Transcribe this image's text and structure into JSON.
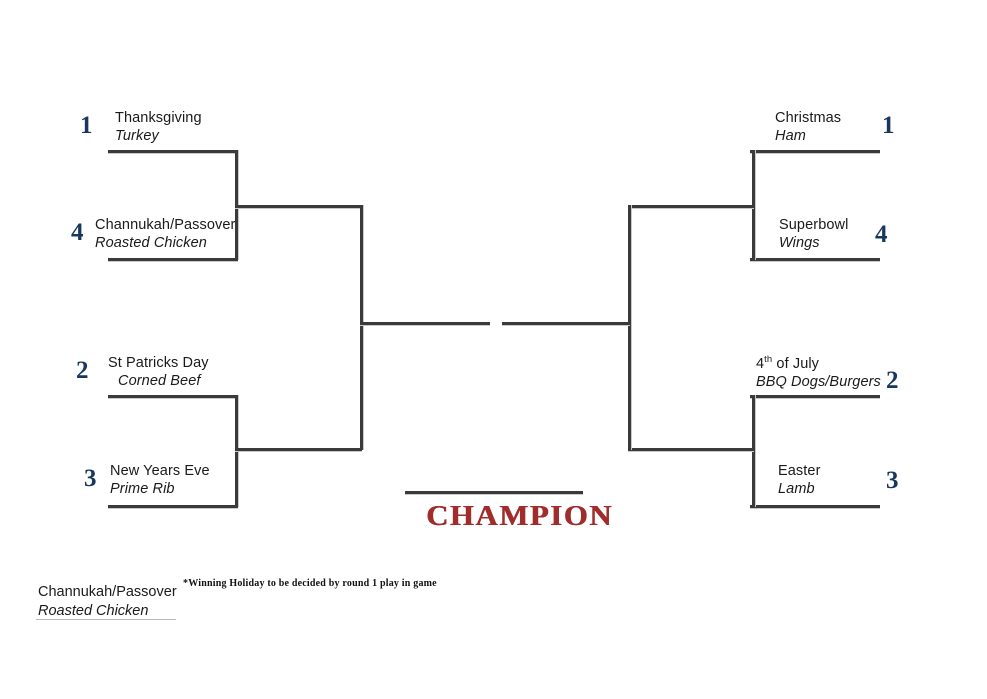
{
  "bracket": {
    "title_champion": "CHAMPION",
    "left_region": {
      "top_matchup": [
        {
          "seed": "1",
          "holiday": "Thanksgiving",
          "dish": "Turkey"
        },
        {
          "seed": "4",
          "holiday": "Channukah/Passover",
          "dish": "Roasted Chicken"
        }
      ],
      "bottom_matchup": [
        {
          "seed": "2",
          "holiday": "St Patricks Day",
          "dish": "Corned Beef"
        },
        {
          "seed": "3",
          "holiday": "New Years Eve",
          "dish": "Prime Rib"
        }
      ]
    },
    "right_region": {
      "top_matchup": [
        {
          "seed": "1",
          "holiday": "Christmas",
          "dish": "Ham"
        },
        {
          "seed": "4",
          "holiday": "Superbowl",
          "dish": "Wings"
        }
      ],
      "bottom_matchup": [
        {
          "seed": "2",
          "holiday_prefix": "4",
          "holiday_sup": "th",
          "holiday_suffix": " of July",
          "dish": "BBQ Dogs/Burgers"
        },
        {
          "seed": "3",
          "holiday": "Easter",
          "dish": "Lamb"
        }
      ]
    }
  },
  "play_in": {
    "holiday": "Channukah/Passover",
    "dish": "Roasted Chicken"
  },
  "footnote": {
    "text": "*Winning Holiday to be decided by round 1 play in game"
  },
  "colors": {
    "seed_navy": "#17375e",
    "champion_red": "#a02c2c",
    "line_dark": "#3a3a3a",
    "line_shadow": "#c9c9c9",
    "background": "#ffffff"
  }
}
